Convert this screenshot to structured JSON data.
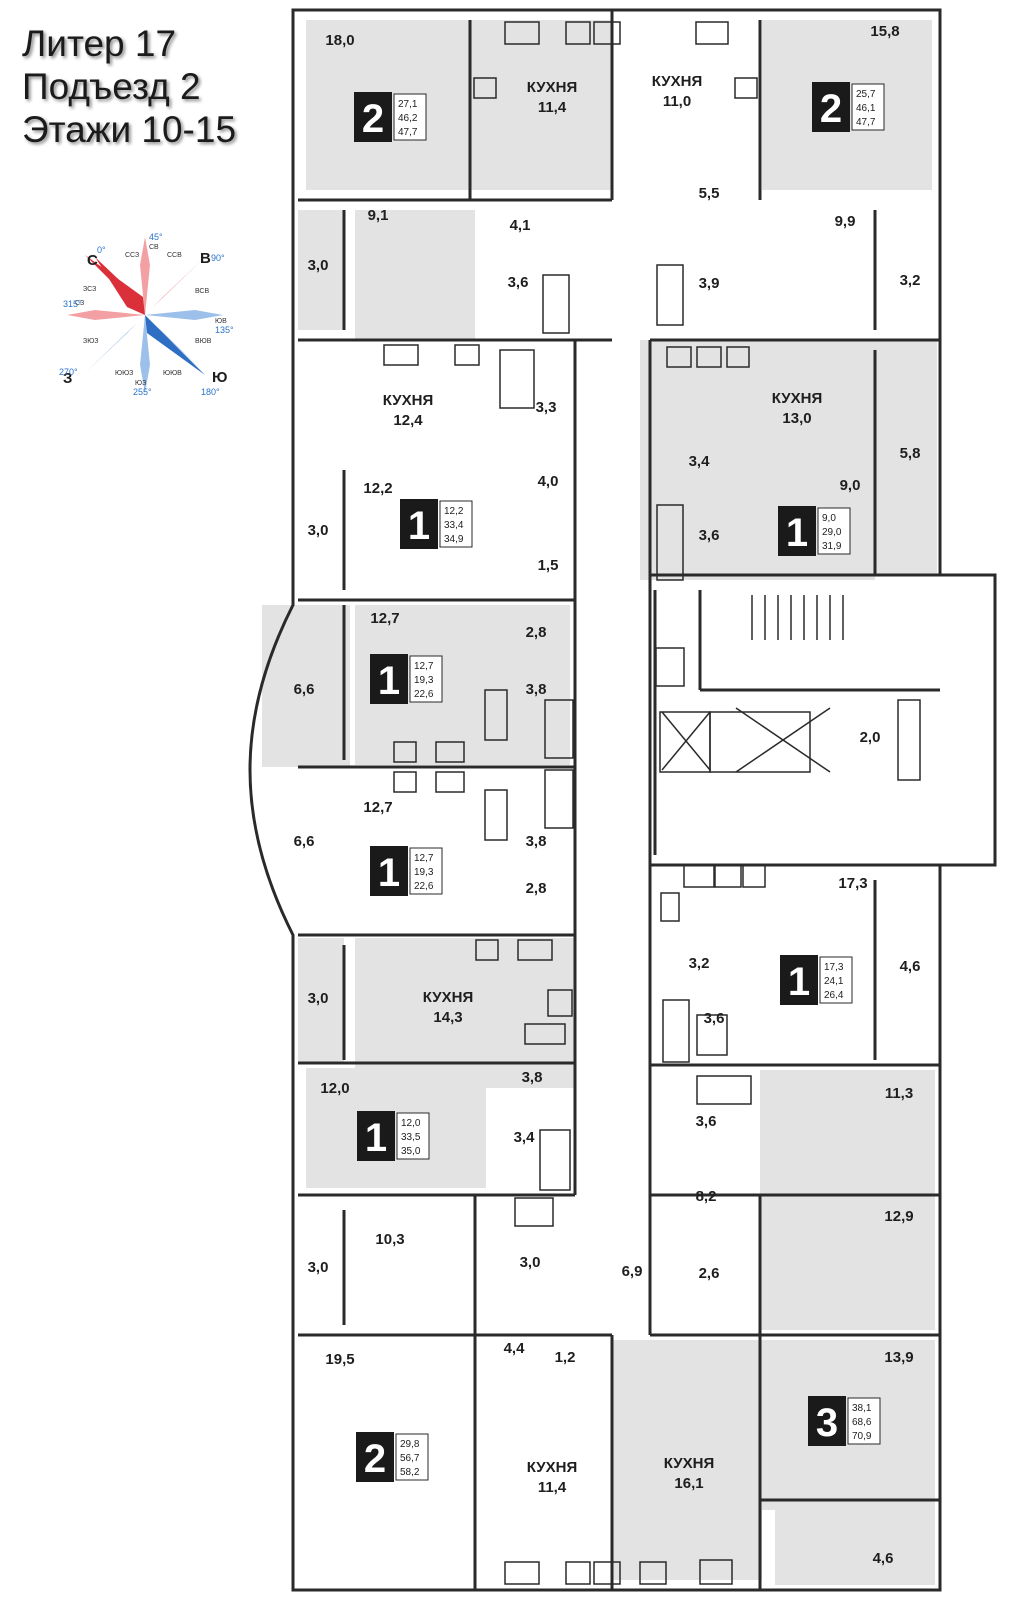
{
  "header": {
    "lines": [
      "Литер 17",
      "Подъезд 2",
      "Этажи 10-15"
    ]
  },
  "compass": {
    "cardinal": [
      {
        "letter": "С",
        "deg": "0°"
      },
      {
        "letter": "В",
        "deg": "90°"
      },
      {
        "letter": "Ю",
        "deg": "180°"
      },
      {
        "letter": "З",
        "deg": "270°"
      }
    ],
    "intercardinal": [
      {
        "letter": "СВ",
        "deg": "45°"
      },
      {
        "letter": "ЮВ",
        "deg": "135°"
      },
      {
        "letter": "ЮЗ",
        "deg": "255°"
      },
      {
        "letter": "СЗ",
        "deg": "315°"
      }
    ],
    "minor": [
      "ССВ",
      "ВСВ",
      "ВЮВ",
      "ЮЮВ",
      "ЮЮЗ",
      "ЗЮЗ",
      "ЗСЗ",
      "ССЗ"
    ],
    "colors": {
      "red": "#d9303a",
      "blue": "#2e6fc4",
      "light_red": "#f2a0a4",
      "light_blue": "#9cc0ea"
    }
  },
  "colors": {
    "shaded_room": "#e3e3e3",
    "wall": "#2a2a2a",
    "badge": "#1a1a1a"
  },
  "rooms": [
    {
      "label": "18,0"
    },
    {
      "label": "КУХНЯ 11,4"
    },
    {
      "label": "КУХНЯ 11,0"
    },
    {
      "label": "15,8"
    },
    {
      "label": "9,1"
    },
    {
      "label": "4,1"
    },
    {
      "label": "5,5"
    },
    {
      "label": "9,9"
    },
    {
      "label": "3,0"
    },
    {
      "label": "3,6"
    },
    {
      "label": "3,9"
    },
    {
      "label": "3,2"
    },
    {
      "label": "КУХНЯ 12,4"
    },
    {
      "label": "3,3"
    },
    {
      "label": "КУХНЯ 13,0"
    },
    {
      "label": "5,8"
    },
    {
      "label": "4,0"
    },
    {
      "label": "3,4"
    },
    {
      "label": "9,0"
    },
    {
      "label": "12,2"
    },
    {
      "label": "3,0"
    },
    {
      "label": "1,5"
    },
    {
      "label": "3,6"
    },
    {
      "label": "12,7"
    },
    {
      "label": "2,8"
    },
    {
      "label": "6,6"
    },
    {
      "label": "3,8"
    },
    {
      "label": "2,0"
    },
    {
      "label": "12,7"
    },
    {
      "label": "6,6"
    },
    {
      "label": "3,8"
    },
    {
      "label": "2,8"
    },
    {
      "label": "17,3"
    },
    {
      "label": "3,2"
    },
    {
      "label": "4,6"
    },
    {
      "label": "3,6"
    },
    {
      "label": "3,0"
    },
    {
      "label": "КУХНЯ 14,3"
    },
    {
      "label": "3,8"
    },
    {
      "label": "12,0"
    },
    {
      "label": "3,4"
    },
    {
      "label": "11,3"
    },
    {
      "label": "3,6"
    },
    {
      "label": "8,2"
    },
    {
      "label": "12,9"
    },
    {
      "label": "10,3"
    },
    {
      "label": "3,0"
    },
    {
      "label": "3,0"
    },
    {
      "label": "6,9"
    },
    {
      "label": "2,6"
    },
    {
      "label": "4,4"
    },
    {
      "label": "1,2"
    },
    {
      "label": "19,5"
    },
    {
      "label": "13,9"
    },
    {
      "label": "КУХНЯ 11,4"
    },
    {
      "label": "КУХНЯ 16,1"
    },
    {
      "label": "4,6"
    }
  ],
  "units": [
    {
      "rooms": "2",
      "areas": [
        "27,1",
        "46,2",
        "47,7"
      ]
    },
    {
      "rooms": "2",
      "areas": [
        "25,7",
        "46,1",
        "47,7"
      ]
    },
    {
      "rooms": "1",
      "areas": [
        "12,2",
        "33,4",
        "34,9"
      ]
    },
    {
      "rooms": "1",
      "areas": [
        "9,0",
        "29,0",
        "31,9"
      ]
    },
    {
      "rooms": "1",
      "areas": [
        "12,7",
        "19,3",
        "22,6"
      ]
    },
    {
      "rooms": "1",
      "areas": [
        "12,7",
        "19,3",
        "22,6"
      ]
    },
    {
      "rooms": "1",
      "areas": [
        "17,3",
        "24,1",
        "26,4"
      ]
    },
    {
      "rooms": "1",
      "areas": [
        "12,0",
        "33,5",
        "35,0"
      ]
    },
    {
      "rooms": "2",
      "areas": [
        "29,8",
        "56,7",
        "58,2"
      ]
    },
    {
      "rooms": "3",
      "areas": [
        "38,1",
        "68,6",
        "70,9"
      ]
    }
  ]
}
